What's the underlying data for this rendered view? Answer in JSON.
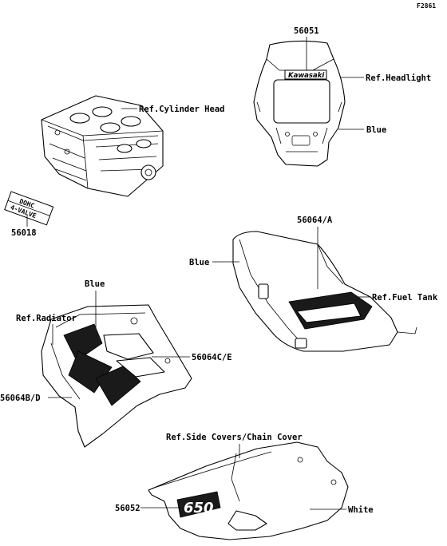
{
  "figure_code": "F2861",
  "labels": {
    "p56051": "56051",
    "ref_headlight": "Ref.Headlight",
    "blue_headlight": "Blue",
    "ref_cylinder_head": "Ref.Cylinder Head",
    "p56018": "56018",
    "p56064a": "56064/A",
    "blue_tank": "Blue",
    "ref_fuel_tank": "Ref.Fuel Tank",
    "blue_shroud": "Blue",
    "ref_radiator": "Ref.Radiator",
    "p56064ce": "56064C/E",
    "p56064bd": "56064B/D",
    "ref_side_covers": "Ref.Side Covers/Chain Cover",
    "p56052": "56052",
    "white": "White"
  },
  "decal_texts": {
    "kawasaki": "Kawasaki",
    "dohc": "DOHC",
    "valve": "4-VALVE",
    "model": "650"
  },
  "colors": {
    "line": "#000000",
    "background": "#ffffff"
  }
}
